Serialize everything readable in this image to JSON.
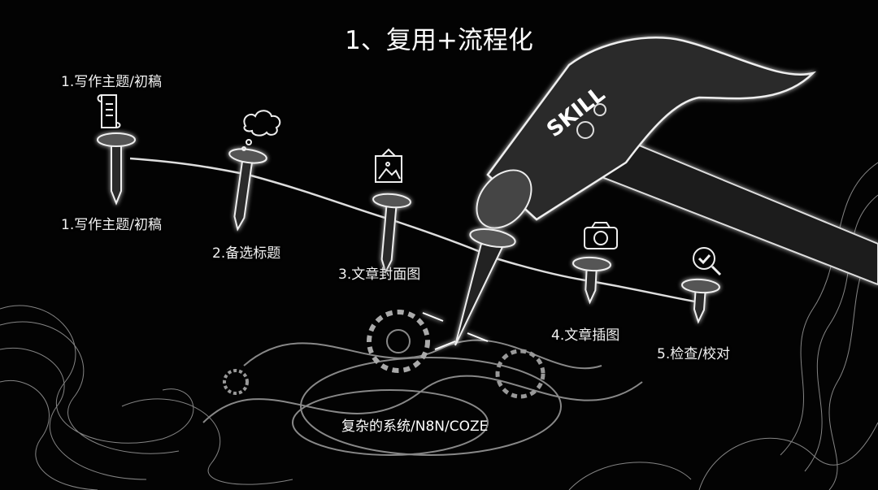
{
  "title": "1、复用+流程化",
  "hammer_label": "SKILL",
  "steps": [
    {
      "top_label": "1.写作主题/初稿",
      "label": "1.写作主题/初稿",
      "icon": "scroll-icon"
    },
    {
      "label": "2.备选标题",
      "icon": "thought-cloud-icon"
    },
    {
      "label": "3.文章封面图",
      "icon": "picture-frame-icon"
    },
    {
      "label": "4.文章插图",
      "icon": "camera-icon"
    },
    {
      "label": "5.检查/校对",
      "icon": "magnifier-check-icon"
    }
  ],
  "core_system": "复杂的系统/N8N/COZE"
}
